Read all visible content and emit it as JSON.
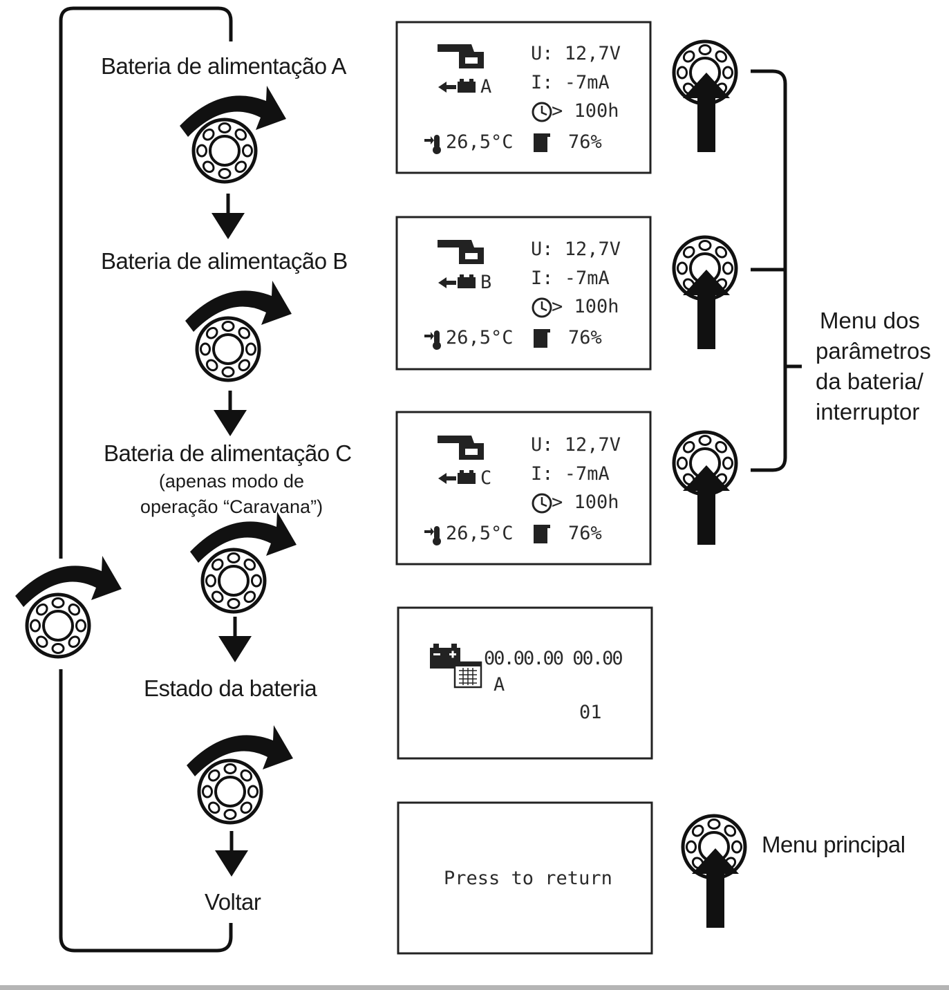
{
  "flow": {
    "battery_a": "Bateria de alimentação A",
    "battery_b": "Bateria de alimentação  B",
    "battery_c": "Bateria de alimentação C",
    "battery_c_note_1": "(apenas modo de",
    "battery_c_note_2": "operação “Caravana”)",
    "battery_status": "Estado da bateria",
    "back": "Voltar"
  },
  "screens": [
    {
      "letter": "A",
      "voltage": "U: 12,7V",
      "current": "I:  -7mA",
      "time": "> 100h",
      "temp": "26,5°C",
      "charge": "76%"
    },
    {
      "letter": "B",
      "voltage": "U: 12,7V",
      "current": "I:  -7mA",
      "time": "> 100h",
      "temp": "26,5°C",
      "charge": "76%"
    },
    {
      "letter": "C",
      "voltage": "U: 12,7V",
      "current": "I:  -7mA",
      "time": "> 100h",
      "temp": "26,5°C",
      "charge": "76%"
    }
  ],
  "status_screen": {
    "datetime": "00.00.00 00.00",
    "letter": "A",
    "number": "01"
  },
  "return_screen": {
    "text": "Press  to  return"
  },
  "side": {
    "param_menu_1": "Menu dos",
    "param_menu_2": "parâmetros",
    "param_menu_3": "da bateria/",
    "param_menu_4": "interruptor",
    "main_menu": "Menu principal"
  }
}
